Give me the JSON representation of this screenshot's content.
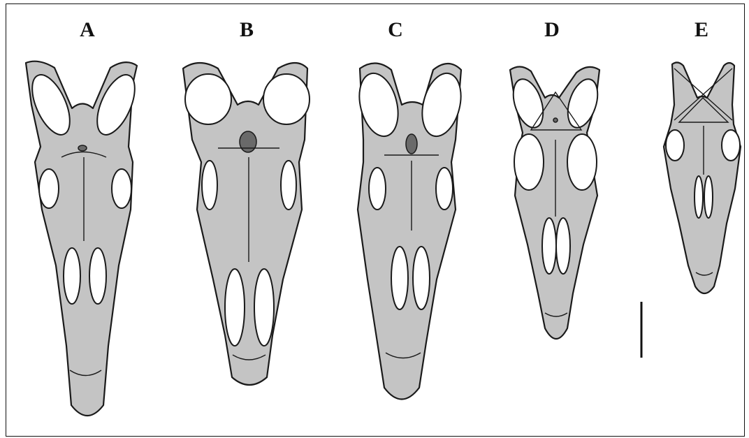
{
  "figure": {
    "panels": [
      {
        "label": "A",
        "name": "skull-a"
      },
      {
        "label": "B",
        "name": "skull-b"
      },
      {
        "label": "C",
        "name": "skull-c"
      },
      {
        "label": "D",
        "name": "skull-d"
      },
      {
        "label": "E",
        "name": "skull-e"
      }
    ],
    "colors": {
      "bone_fill": "#c4c4c4",
      "outline": "#1a1a1a",
      "opening_fill": "#ffffff",
      "foramen_fill": "#6a6a6a",
      "frame": "#111111"
    }
  }
}
